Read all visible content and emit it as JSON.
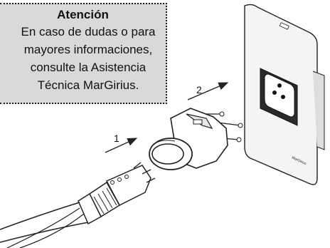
{
  "notice": {
    "title": "Atención",
    "lines": [
      "En caso de dudas o para",
      "mayores informaciones,",
      "consulte la Asistencia",
      "Técnica MarGirius."
    ]
  },
  "steps": [
    {
      "number": "1"
    },
    {
      "number": "2"
    }
  ],
  "wallplate": {
    "brand": "MarGirius"
  },
  "colors": {
    "outline": "#222222",
    "notice_bg": "#d9d9d9",
    "plate_fill": "#f4f4f4"
  }
}
